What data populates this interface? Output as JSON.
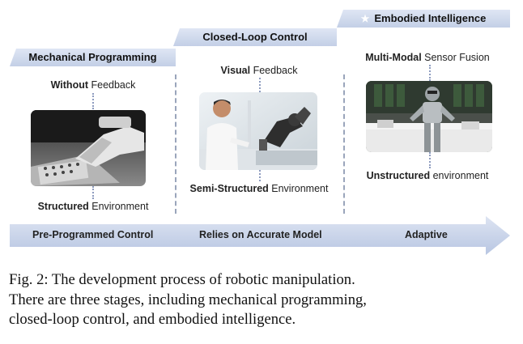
{
  "stages": [
    {
      "title": "Mechanical Programming",
      "feedback_bold": "Without",
      "feedback_rest": " Feedback",
      "env_bold": "Structured",
      "env_rest": " Environment",
      "arrow_label": "Pre-Programmed Control"
    },
    {
      "title": "Closed-Loop Control",
      "feedback_bold": "Visual",
      "feedback_rest": " Feedback",
      "env_bold": "Semi-Structured",
      "env_rest": " Environment",
      "arrow_label": "Relies on Accurate Model"
    },
    {
      "title": "Embodied Intelligence",
      "feedback_bold": "Multi-Modal",
      "feedback_rest": " Sensor Fusion",
      "env_bold": "Unstructured",
      "env_rest": " environment",
      "arrow_label": "Adaptive"
    }
  ],
  "caption_lines": [
    "Fig. 2: The development process of robotic manipulation.",
    "There are three stages, including mechanical programming,",
    "closed-loop control, and embodied intelligence."
  ],
  "icons": {
    "stage3_marker": "star-icon"
  },
  "colors": {
    "tab_fill": "#c9d4ea",
    "arrow_fill": "#c6d2ea",
    "divider": "#9aa5bb"
  }
}
